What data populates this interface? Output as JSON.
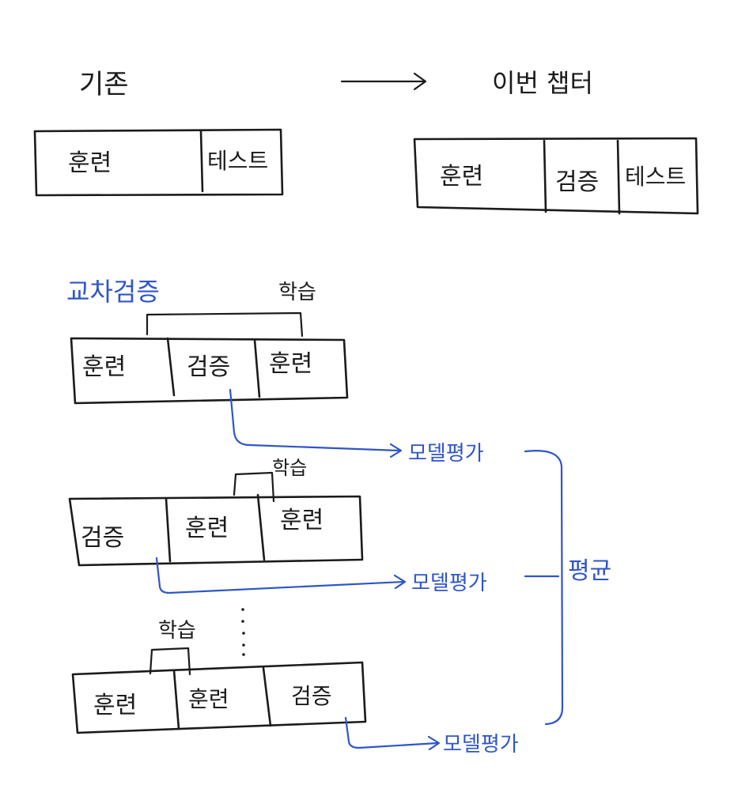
{
  "top": {
    "before_label": "기존",
    "after_label": "이번 챕터",
    "before_box": [
      "훈련",
      "테스트"
    ],
    "after_box": [
      "훈련",
      "검증",
      "테스트"
    ]
  },
  "cv": {
    "title": "교차검증",
    "folds": [
      {
        "cells": [
          "훈련",
          "검증",
          "훈련"
        ],
        "learn_label": "학습",
        "eval_label": "모델평가"
      },
      {
        "cells": [
          "검증",
          "훈련",
          "훈련"
        ],
        "learn_label": "학습",
        "eval_label": "모델평가"
      },
      {
        "cells": [
          "훈련",
          "훈련",
          "검증"
        ],
        "learn_label": "학습",
        "eval_label": "모델평가"
      }
    ],
    "average_label": "평균"
  },
  "colors": {
    "ink": "#1b1b1b",
    "accent": "#2f55c8",
    "background": "#ffffff"
  }
}
